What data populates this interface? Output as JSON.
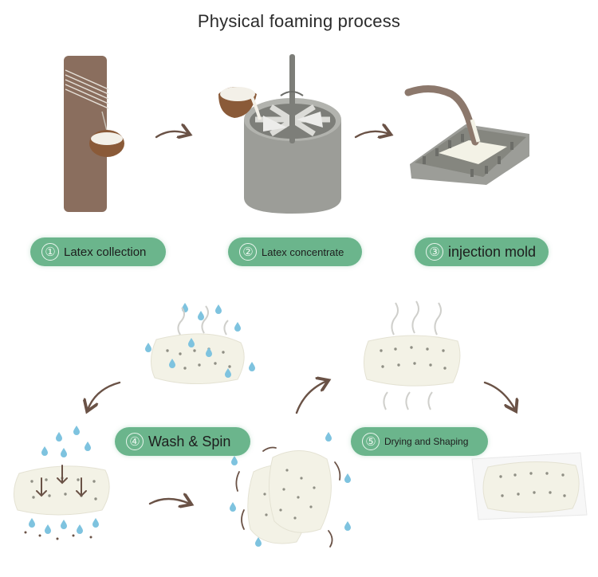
{
  "title": "Physical foaming process",
  "colors": {
    "pill_green": "#6bb58c",
    "bark_brown": "#8a6e5e",
    "machine_gray": "#9c9d98",
    "foam_cream": "#f3f2e6",
    "water_blue": "#7ec3df",
    "arrow_brown": "#6a5246"
  },
  "steps": [
    {
      "num": "①",
      "label": "Latex collection"
    },
    {
      "num": "②",
      "label": "Latex concentrate"
    },
    {
      "num": "③",
      "label": "injection mold"
    },
    {
      "num": "④",
      "label": "Wash & Spin"
    },
    {
      "num": "⑤",
      "label": "Drying and Shaping"
    }
  ],
  "icons": [
    "rubber-tree-icon",
    "coconut-cup-icon",
    "mixer-tank-icon",
    "injection-mold-icon",
    "foam-pad-icon",
    "water-drop-icon",
    "steam-icon",
    "flow-arrow-icon",
    "packaged-pad-icon"
  ]
}
